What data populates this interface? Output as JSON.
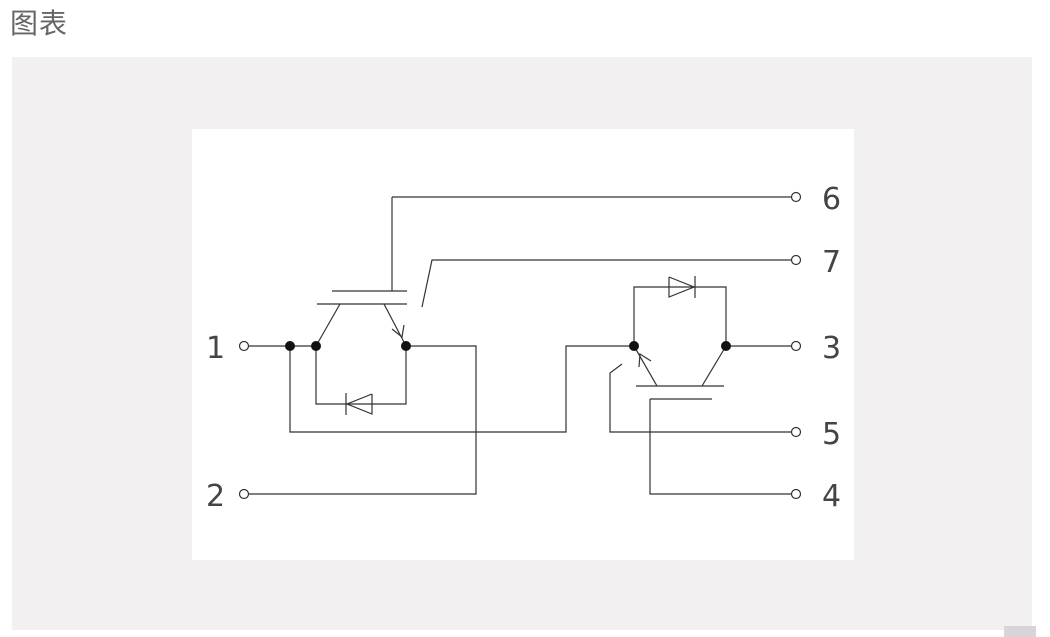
{
  "page": {
    "title": "图表"
  },
  "diagram": {
    "terminal_labels": {
      "t1": "1",
      "t2": "2",
      "t3": "3",
      "t4": "4",
      "t5": "5",
      "t6": "6",
      "t7": "7"
    }
  },
  "colors": {
    "page_background": "#ffffff",
    "panel_background": "#f2f0f1",
    "canvas_background": "#ffffff",
    "wire": "#333333",
    "title_text": "#666666",
    "label_text": "#444444",
    "scroll_nub": "#d9d4d8"
  }
}
